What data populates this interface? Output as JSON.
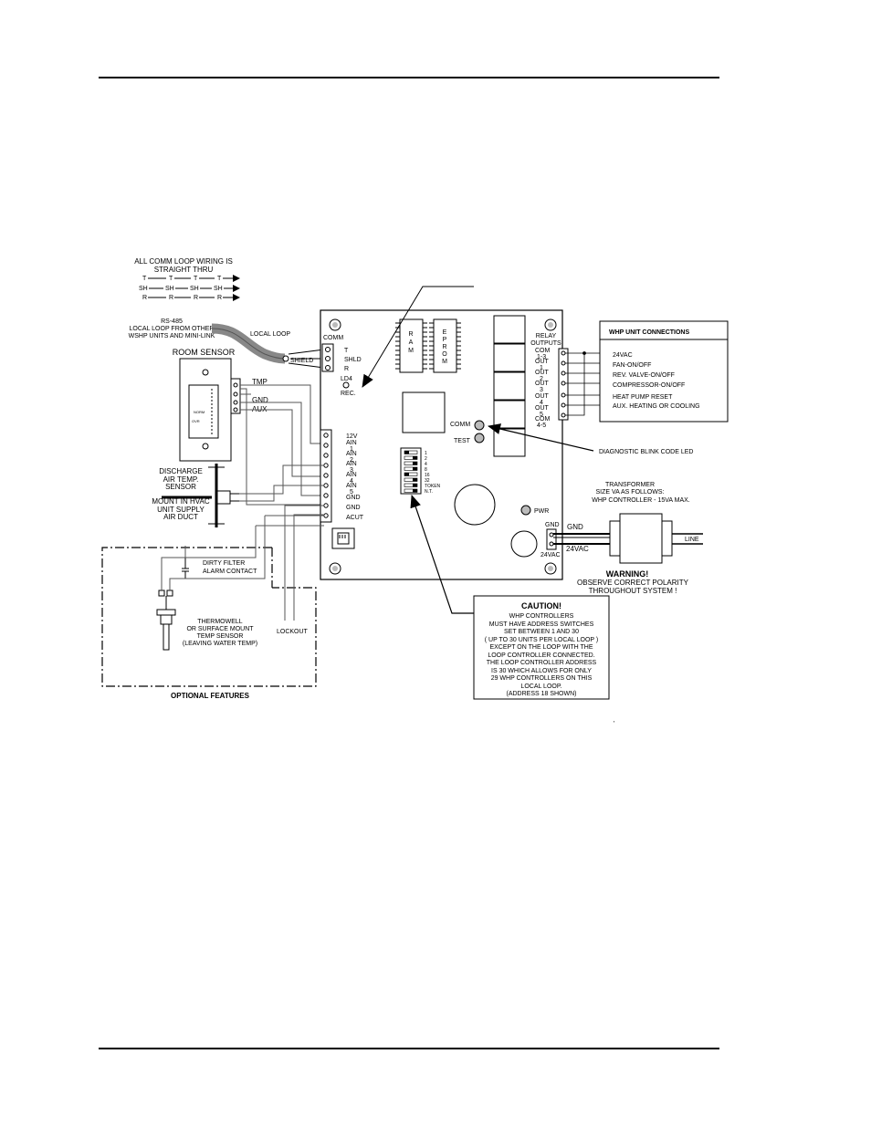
{
  "comm_wiring": {
    "title": [
      "ALL COMM LOOP WIRING IS",
      "STRAIGHT THRU"
    ],
    "rows": [
      [
        "T",
        "T",
        "T",
        "T"
      ],
      [
        "SH",
        "SH",
        "SH",
        "SH"
      ],
      [
        "R",
        "R",
        "R",
        "R"
      ]
    ]
  },
  "rs485": [
    "RS-485",
    "LOCAL LOOP FROM OTHER",
    "WSHP UNITS AND MINI-LINK"
  ],
  "local_loop": "LOCAL LOOP",
  "shield": "SHIELD",
  "room_sensor": {
    "title": "ROOM SENSOR",
    "dial_labels": [
      "NORM",
      "OVR"
    ],
    "terminals": [
      "TMP",
      "GND",
      "AUX"
    ]
  },
  "board": {
    "comm_header": "COMM",
    "comm_terminals": [
      "T",
      "SHLD",
      "R"
    ],
    "ld4": "LD4",
    "rec": "REC.",
    "ram_label": [
      "R",
      "A",
      "M"
    ],
    "eprom_label": [
      "E",
      "P",
      "R",
      "O",
      "M"
    ],
    "relay_outputs": [
      "RELAY",
      "OUTPUTS"
    ],
    "relay_terminals": [
      [
        "COM",
        "1-3"
      ],
      [
        "OUT",
        "1"
      ],
      [
        "OUT",
        "2"
      ],
      [
        "OUT",
        "3"
      ],
      [
        "OUT",
        "4"
      ],
      [
        "OUT",
        "5"
      ],
      [
        "COM",
        "4-5"
      ]
    ],
    "comm_led": "COMM",
    "test_led": "TEST",
    "pwr_led": "PWR",
    "analog_terminals": [
      [
        "12V"
      ],
      [
        "AIN",
        "1"
      ],
      [
        "AIN",
        "2"
      ],
      [
        "AIN",
        "3"
      ],
      [
        "AIN",
        "4"
      ],
      [
        "AIN",
        "5"
      ],
      [
        "GND"
      ],
      [
        "GND"
      ],
      [
        "ACUT"
      ]
    ],
    "dip_labels": [
      "1",
      "2",
      "4",
      "8",
      "16",
      "32",
      "TOKEN",
      "N.T."
    ],
    "power_terminals": [
      "GND",
      "24VAC"
    ]
  },
  "whp_connections": {
    "title": "WHP UNIT CONNECTIONS",
    "items": [
      "24VAC",
      "FAN-ON/OFF",
      "REV. VALVE-ON/OFF",
      "COMPRESSOR-ON/OFF",
      "HEAT PUMP RESET",
      "AUX. HEATING OR COOLING"
    ]
  },
  "diagnostic": "DIAGNOSTIC BLINK CODE LED",
  "transformer": [
    "TRANSFORMER",
    "SIZE VA AS FOLLOWS:",
    "WHP CONTROLLER - 15VA MAX."
  ],
  "gnd": "GND",
  "vac24": "24VAC",
  "line": "LINE",
  "warning": {
    "title": "WARNING!",
    "lines": [
      "OBSERVE CORRECT POLARITY",
      "THROUGHOUT SYSTEM !"
    ]
  },
  "caution": {
    "title": "CAUTION!",
    "lines": [
      "WHP  CONTROLLERS",
      "MUST HAVE ADDRESS SWITCHES",
      "SET BETWEEN 1 AND 30",
      "( UP TO 30 UNITS PER LOCAL LOOP )",
      "EXCEPT ON THE LOOP WITH THE",
      "LOOP CONTROLLER CONNECTED.",
      "THE LOOP CONTROLLER ADDRESS",
      "IS 30 WHICH ALLOWS FOR ONLY",
      "29 WHP CONTROLLERS ON THIS",
      "LOCAL LOOP.",
      "(ADDRESS 18 SHOWN)"
    ]
  },
  "discharge": [
    "DISCHARGE",
    "AIR TEMP.",
    "SENSOR"
  ],
  "mount": [
    "MOUNT IN HVAC",
    "UNIT SUPPLY",
    "AIR DUCT"
  ],
  "dirty_filter": [
    "DIRTY FILTER",
    "ALARM CONTACT"
  ],
  "thermowell": [
    "THERMOWELL",
    "OR SURFACE MOUNT",
    "TEMP  SENSOR",
    "(LEAVING WATER TEMP)"
  ],
  "lockout": "LOCKOUT",
  "optional_features": "OPTIONAL FEATURES",
  "stray_mark": "'"
}
